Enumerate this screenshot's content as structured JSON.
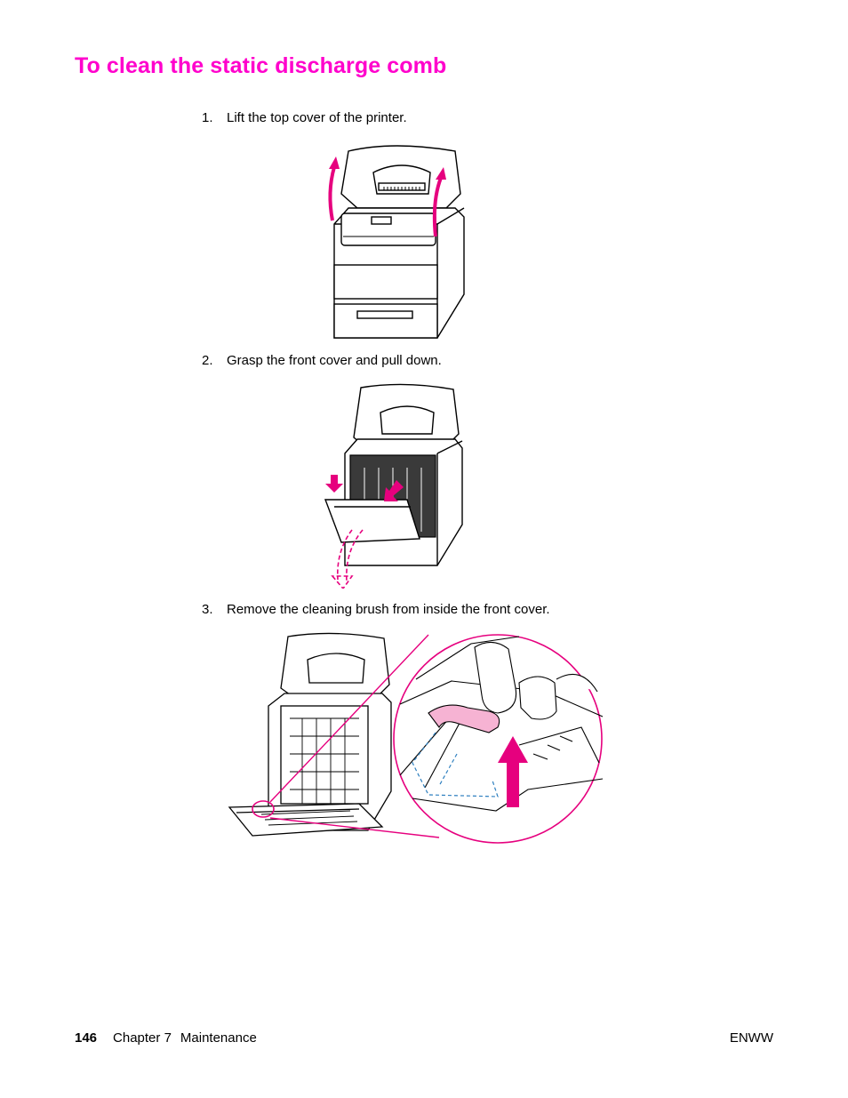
{
  "title": "To clean the static discharge comb",
  "steps": [
    {
      "number": "1.",
      "text": "Lift the top cover of the printer."
    },
    {
      "number": "2.",
      "text": "Grasp the front cover and pull down."
    },
    {
      "number": "3.",
      "text": "Remove the cleaning brush from inside the front cover."
    }
  ],
  "footer": {
    "page_number": "146",
    "chapter": "Chapter 7",
    "section": "Maintenance",
    "doc_code": "ENWW"
  },
  "colors": {
    "accent": "#ff00cc",
    "arrow": "#e6007e",
    "highlight_pink": "#f6b3d3",
    "dash_blue": "#2d7fbf"
  }
}
